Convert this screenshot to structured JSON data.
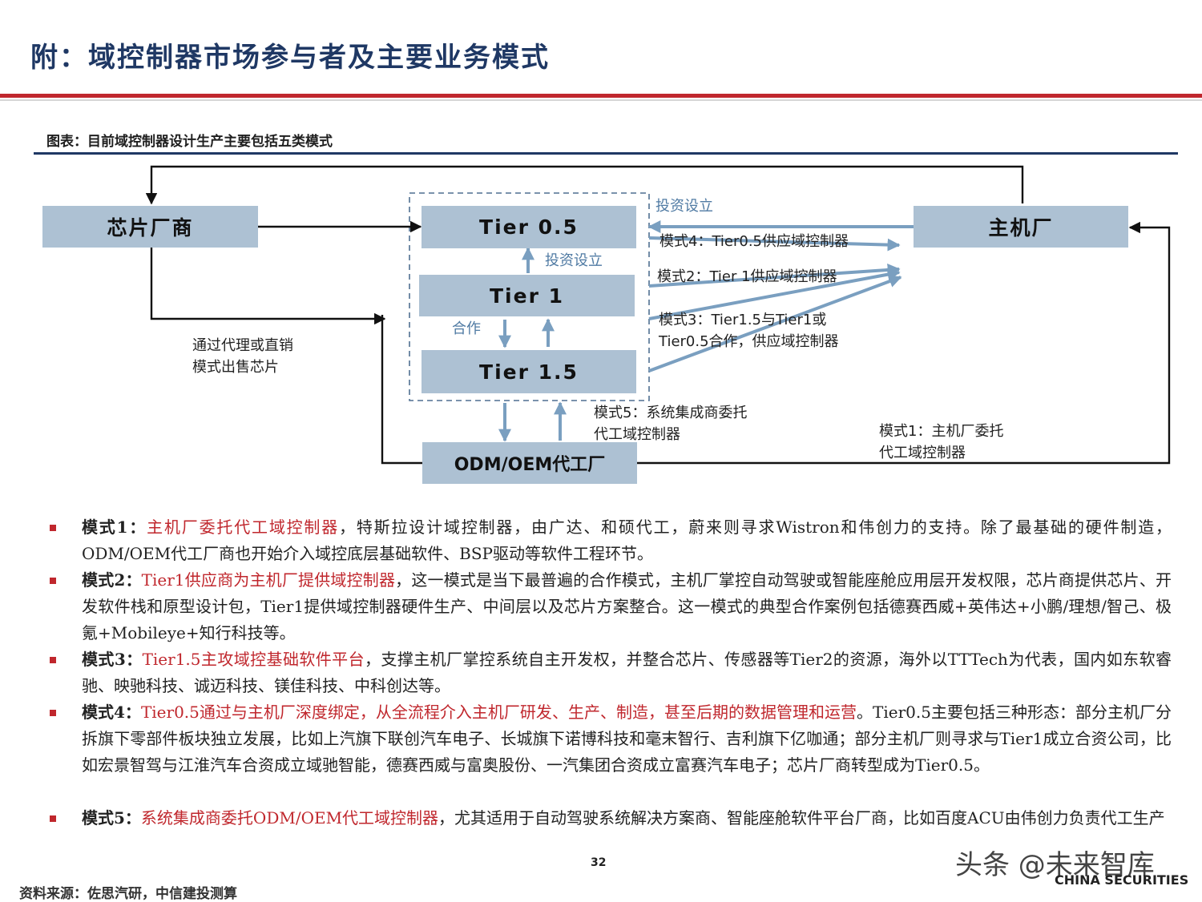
{
  "header": {
    "title": "附：域控制器市场参与者及主要业务模式",
    "figure_caption": "图表：目前域控制器设计生产主要包括五类模式"
  },
  "diagram": {
    "nodes": {
      "chip_maker": "芯片厂商",
      "tier05": "Tier 0.5",
      "tier1": "Tier 1",
      "tier15": "Tier 1.5",
      "oem": "主机厂",
      "odm": "ODM/OEM代工厂"
    },
    "edge_labels": {
      "invest_top": "投资设立",
      "invest_mid": "投资设立",
      "cooperate": "合作",
      "mode4": "模式4：Tier0.5供应域控制器",
      "mode2": "模式2：Tier 1供应域控制器",
      "mode3_line1": "模式3：Tier1.5与Tier1或",
      "mode3_line2": "Tier0.5合作，供应域控制器",
      "mode5_line1": "模式5：系统集成商委托",
      "mode5_line2": "代工域控制器",
      "mode1_line1": "模式1：主机厂委托",
      "mode1_line2": "代工域控制器",
      "chip_sale_line1": "通过代理或直销",
      "chip_sale_line2": "模式出售芯片"
    }
  },
  "bullets": [
    {
      "mode": "模式1：",
      "highlight": "主机厂委托代工域控制器",
      "text": "，特斯拉设计域控制器，由广达、和硕代工，蔚来则寻求Wistron和伟创力的支持。除了最基础的硬件制造，ODM/OEM代工厂商也开始介入域控底层基础软件、BSP驱动等软件工程环节。"
    },
    {
      "mode": "模式2：",
      "highlight": "Tier1供应商为主机厂提供域控制器",
      "text": "，这一模式是当下最普遍的合作模式，主机厂掌控自动驾驶或智能座舱应用层开发权限，芯片商提供芯片、开发软件栈和原型设计包，Tier1提供域控制器硬件生产、中间层以及芯片方案整合。这一模式的典型合作案例包括德赛西威+英伟达+小鹏/理想/智己、极氪+Mobileye+知行科技等。"
    },
    {
      "mode": "模式3：",
      "highlight": "Tier1.5主攻域控基础软件平台",
      "text": "，支撑主机厂掌控系统自主开发权，并整合芯片、传感器等Tier2的资源，海外以TTTech为代表，国内如东软睿驰、映驰科技、诚迈科技、镁佳科技、中科创达等。"
    },
    {
      "mode": "模式4：",
      "highlight": "Tier0.5通过与主机厂深度绑定，从全流程介入主机厂研发、生产、制造，甚至后期的数据管理和运营",
      "text": "。Tier0.5主要包括三种形态：部分主机厂分拆旗下零部件板块独立发展，比如上汽旗下联创汽车电子、长城旗下诺博科技和毫末智行、吉利旗下亿咖通；部分主机厂则寻求与Tier1成立合资公司，比如宏景智驾与江淮汽车合资成立域驰智能，德赛西威与富奥股份、一汽集团合资成立富赛汽车电子；芯片厂商转型成为Tier0.5。"
    },
    {
      "mode": "模式5：",
      "highlight": "系统集成商委托ODM/OEM代工域控制器",
      "text": "，尤其适用于自动驾驶系统解决方案商、智能座舱软件平台厂商，比如百度ACU由伟创力负责代工生产"
    }
  ],
  "footer": {
    "page_number": "32",
    "source": "资料来源：佐思汽研，中信建投测算",
    "watermark": "头条 @未来智库",
    "brand_en": "CHINA SECURITIES"
  },
  "colors": {
    "title_navy": "#1f3864",
    "accent_red": "#c0272d",
    "box_fill": "#adc1d3",
    "arrow_blue": "#7a9fc0",
    "label_blue": "#4f7aa3"
  }
}
